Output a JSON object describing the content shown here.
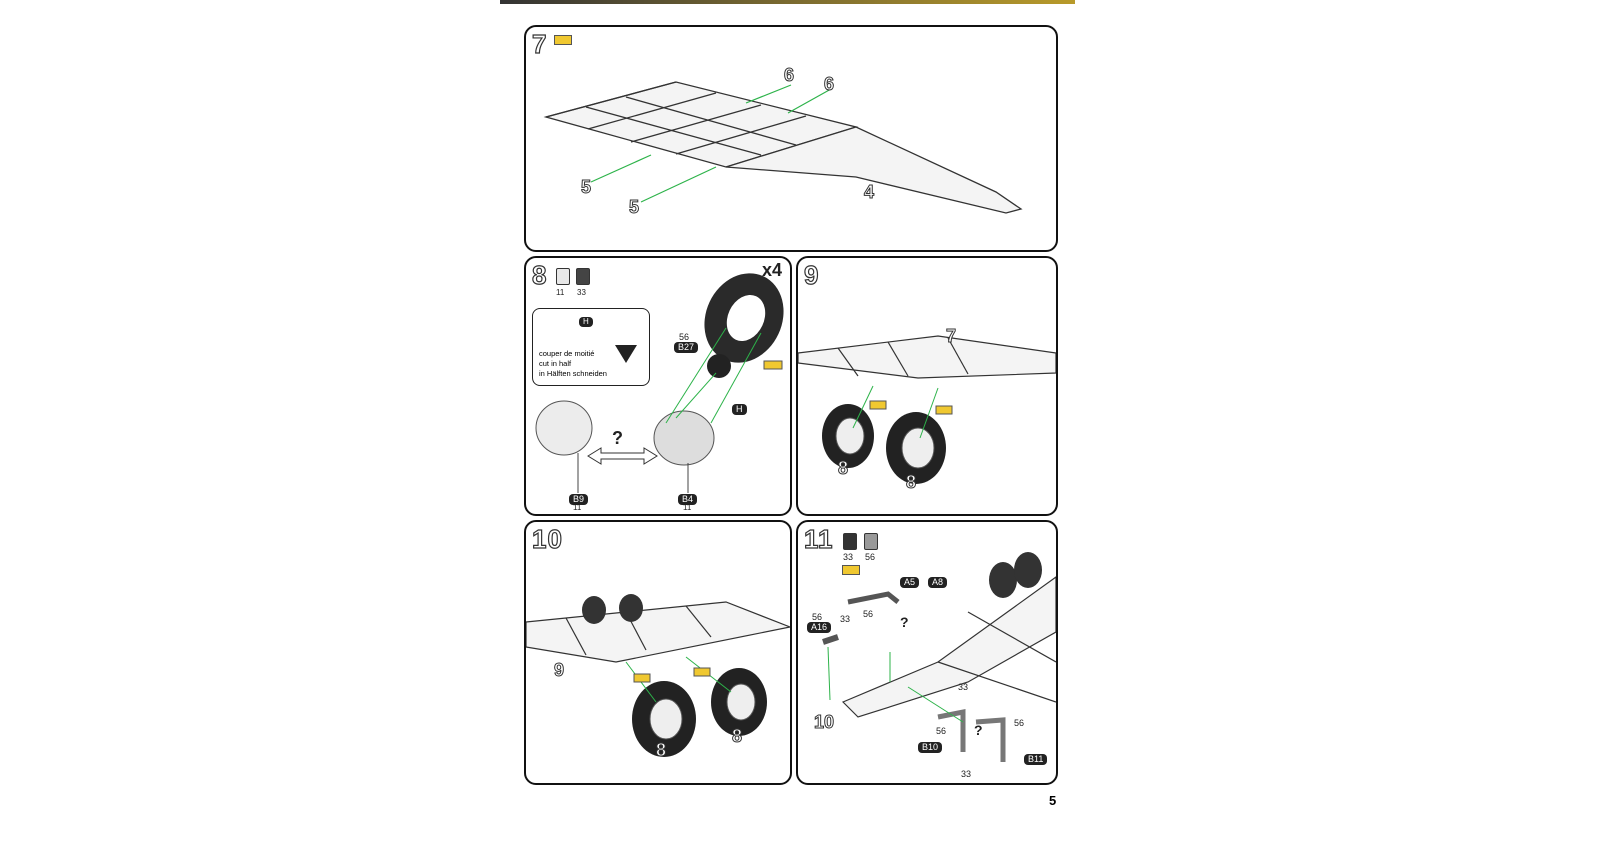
{
  "page_number": "5",
  "steps": {
    "s7": {
      "number": "7",
      "labels": {
        "p6a": "6",
        "p6b": "6",
        "p5a": "5",
        "p5b": "5",
        "p4": "4"
      }
    },
    "s8": {
      "number": "8",
      "paints": [
        "11",
        "33"
      ],
      "multiplier": "x4",
      "callout": {
        "part": "H",
        "lines": [
          "couper de moitié",
          "cut in half",
          "in Hälften schneiden"
        ]
      },
      "labels": {
        "b27_color": "56",
        "b27": "B27",
        "h": "H",
        "b9": "B9",
        "b9_color": "11",
        "b4": "B4",
        "b4_color": "11",
        "question": "?"
      }
    },
    "s9": {
      "number": "9",
      "labels": {
        "p7": "7",
        "p8a": "8",
        "p8b": "8"
      }
    },
    "s10": {
      "number": "10",
      "labels": {
        "p9": "9",
        "p8a": "8",
        "p8b": "8"
      }
    },
    "s11": {
      "number": "11",
      "paints": [
        "33",
        "56"
      ],
      "labels": {
        "a5": "A5",
        "a8": "A8",
        "a16_color": "56",
        "a16": "A16",
        "c33a": "33",
        "c56a": "56",
        "question": "?",
        "p10": "10",
        "c33b": "33",
        "c56b": "56",
        "c56c": "56",
        "b10": "B10",
        "b11": "B11",
        "c33c": "33",
        "question2": "?"
      }
    }
  },
  "colors": {
    "glue": "#f0c830",
    "guide_line": "#2db34a",
    "tag": "#222222"
  }
}
